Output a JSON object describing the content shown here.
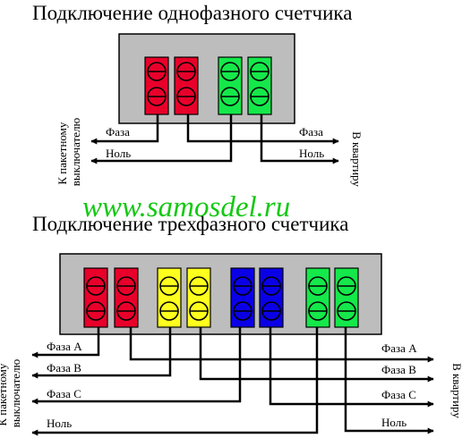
{
  "titles": {
    "single_phase": "Подключение однофазного счетчика",
    "three_phase": "Подключение трехфазного счетчика"
  },
  "watermark": "www.samosdel.ru",
  "single_phase": {
    "left_side": "К пакетному выключателю",
    "right_side": "В квартиру",
    "lines": {
      "phase": "Фаза",
      "neutral": "Ноль"
    },
    "terminal_colors": [
      "red",
      "red",
      "green",
      "green"
    ]
  },
  "three_phase": {
    "left_side": "К пакетному выключателю",
    "right_side": "В квартиру",
    "lines": {
      "phase_a": "Фаза A",
      "phase_b": "Фаза B",
      "phase_c": "Фаза C",
      "neutral": "Ноль"
    },
    "terminal_colors": [
      "red",
      "red",
      "yellow",
      "yellow",
      "blue",
      "blue",
      "green",
      "green"
    ]
  },
  "colors": {
    "red": "#e8002a",
    "green": "#15e84a",
    "yellow": "#ffff1e",
    "blue": "#0a00e6",
    "box": "#bdbdbd",
    "wire": "#000000",
    "watermark": "#14c814"
  }
}
